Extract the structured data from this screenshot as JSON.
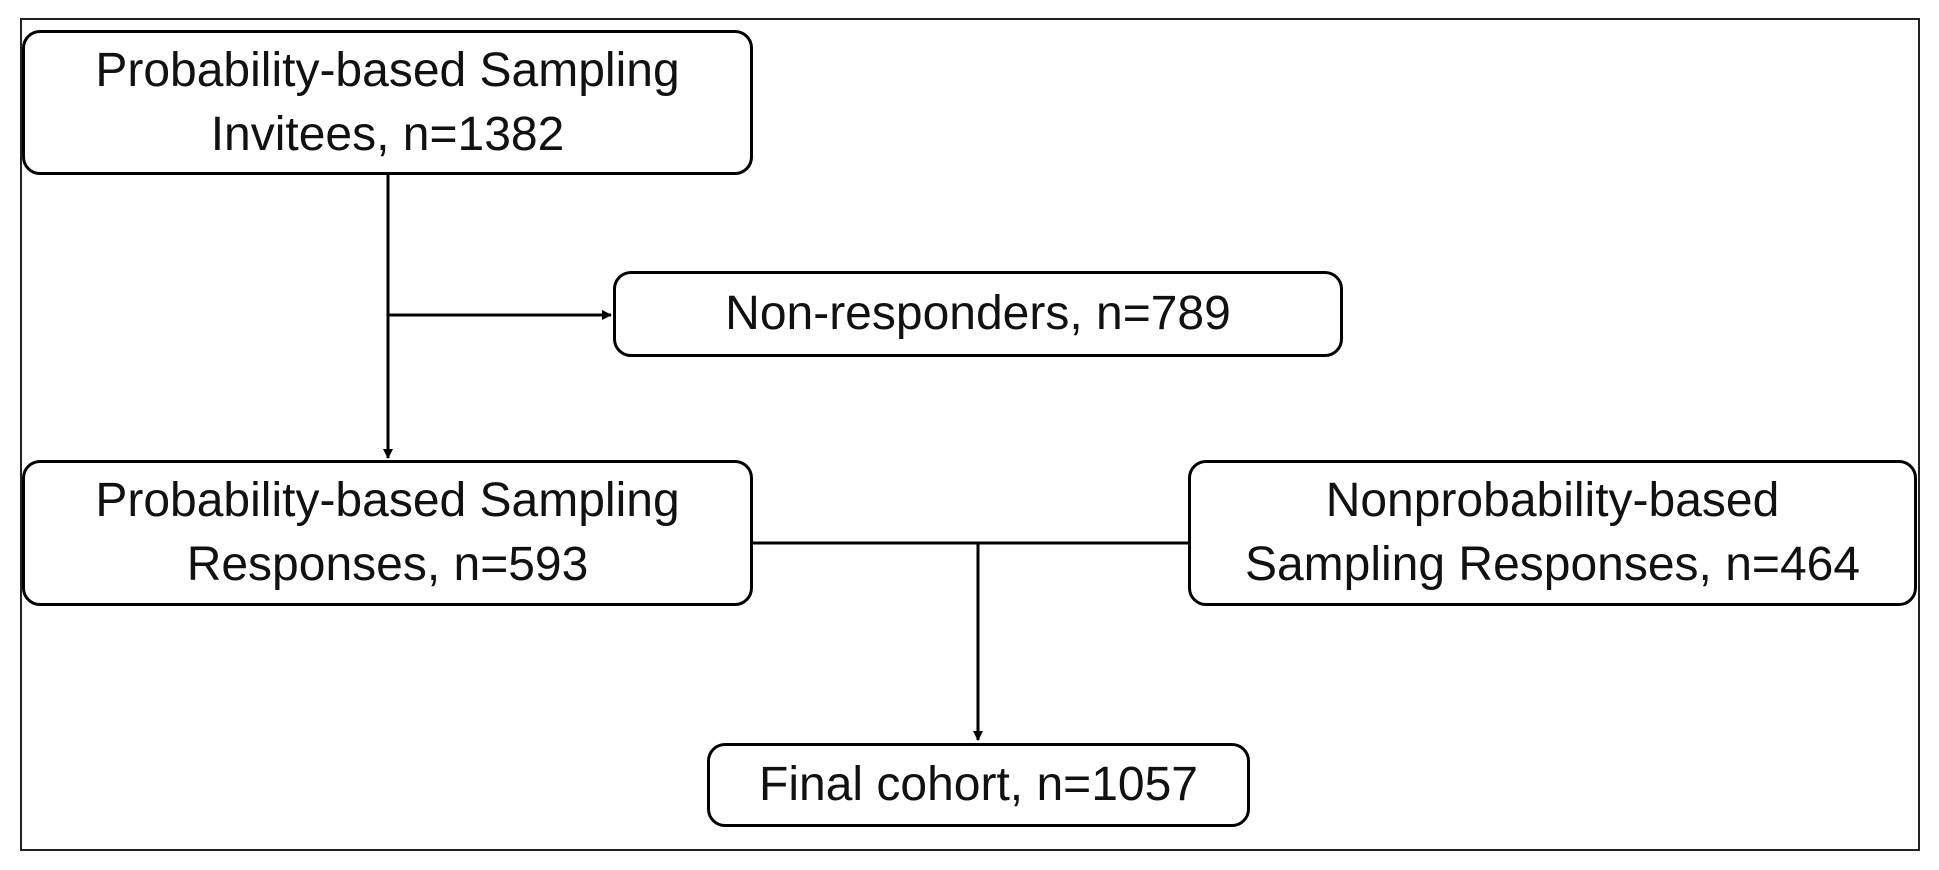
{
  "diagram": {
    "nodes": {
      "invitees": {
        "line1": "Probability-based Sampling",
        "line2": "Invitees, n=1382"
      },
      "non_responders": {
        "line1": "Non-responders, n=789"
      },
      "prob_responses": {
        "line1": "Probability-based Sampling",
        "line2": "Responses, n=593"
      },
      "nonprob_responses": {
        "line1": "Nonprobability-based",
        "line2": "Sampling Responses, n=464"
      },
      "final_cohort": {
        "line1": "Final cohort, n=1057"
      }
    },
    "edges": [
      {
        "from": "invitees",
        "to": "prob_responses"
      },
      {
        "from": "invitees",
        "to": "non_responders"
      },
      {
        "from": "prob_responses",
        "to": "final_cohort"
      },
      {
        "from": "nonprob_responses",
        "to": "final_cohort"
      }
    ],
    "colors": {
      "stroke": "#000000",
      "frame": "#222222",
      "background": "#ffffff"
    }
  }
}
